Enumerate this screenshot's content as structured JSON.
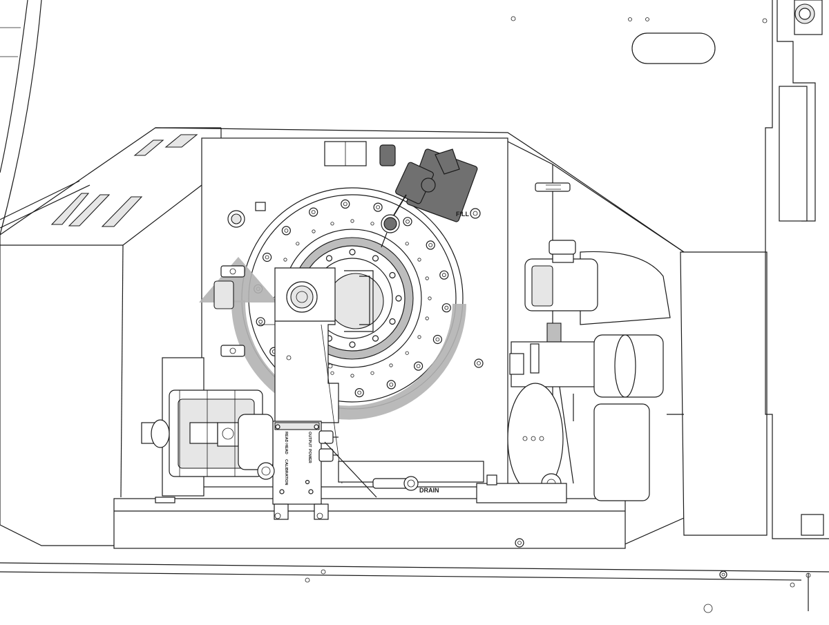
{
  "labels": {
    "fill": "FILL",
    "drain": "DRAIN",
    "read_head": "READ HEAD",
    "calibration": "CALIBRATION",
    "output": "OUTPUT",
    "power": "POWER"
  },
  "colors": {
    "line": "#1a1a1a",
    "rotation_arrow": "#b3b3b3",
    "indicator_body": "#707070",
    "background": "#ffffff"
  },
  "icons": {
    "rotation_arrow": "rotation-arrow-icon",
    "dial_indicator": "dial-indicator-icon"
  }
}
